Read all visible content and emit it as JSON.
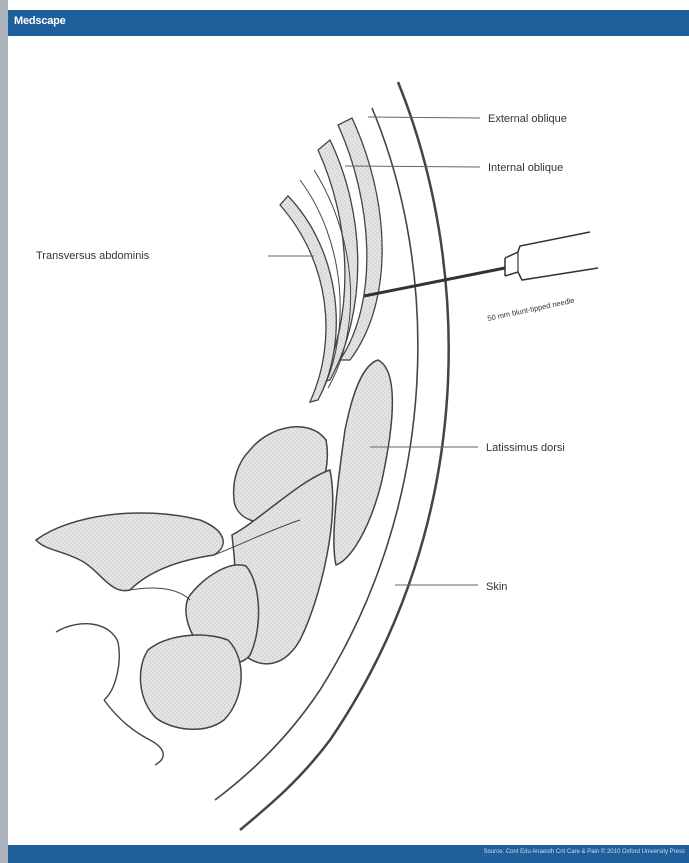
{
  "header": {
    "brand": "Medscape"
  },
  "diagram": {
    "labels": {
      "external_oblique": "External oblique",
      "internal_oblique": "Internal oblique",
      "transversus_abdominis": "Transversus abdominis",
      "needle": "50 mm blunt-tipped needle",
      "latissimus_dorsi": "Latissimus dorsi",
      "skin": "Skin"
    }
  },
  "footer": {
    "source": "Source: Cont Edu Anaesth Crit Care & Pain © 2010 Oxford University Press"
  }
}
